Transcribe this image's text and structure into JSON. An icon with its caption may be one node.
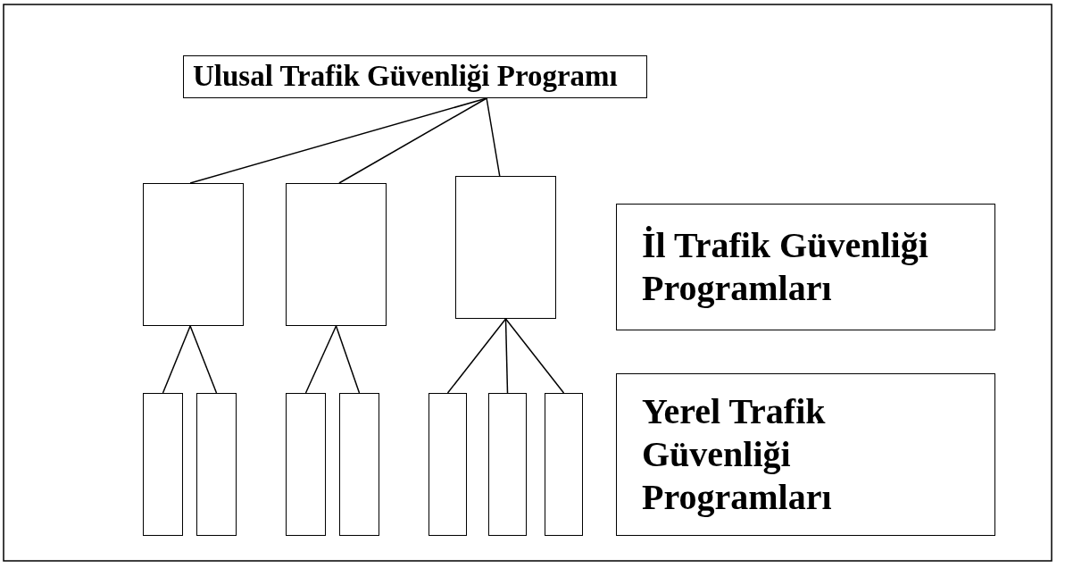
{
  "diagram": {
    "nodes": [
      {
        "text": [
          "Ulusal Trafik Güvenliği Programı"
        ]
      },
      {
        "text": [],
        "shape": "box"
      },
      {
        "text": [],
        "shape": "box"
      },
      {
        "text": [],
        "shape": "box"
      },
      {
        "text": [
          "İl Trafik Güvenliği Programları"
        ]
      },
      {
        "text": [
          "Yerel Trafik Güvenliği Programları"
        ]
      },
      {
        "text": [],
        "shape": "box"
      },
      {
        "text": [],
        "shape": "box"
      },
      {
        "text": [],
        "shape": "box"
      },
      {
        "text": [],
        "shape": "box"
      },
      {
        "text": [],
        "shape": "box"
      },
      {
        "text": [],
        "shape": "box"
      },
      {
        "text": [],
        "shape": "box"
      }
    ],
    "edges": [
      {
        "from": 0,
        "to": 1,
        "arrow": "none"
      },
      {
        "from": 0,
        "to": 2,
        "arrow": "none"
      },
      {
        "from": 0,
        "to": 3,
        "arrow": "none"
      },
      {
        "from": 1,
        "to": 6,
        "arrow": "none"
      },
      {
        "from": 1,
        "to": 7,
        "arrow": "none"
      },
      {
        "from": 2,
        "to": 8,
        "arrow": "none"
      },
      {
        "from": 2,
        "to": 9,
        "arrow": "none"
      },
      {
        "from": 3,
        "to": 10,
        "arrow": "none"
      },
      {
        "from": 3,
        "to": 11,
        "arrow": "none"
      },
      {
        "from": 3,
        "to": 12,
        "arrow": "none"
      }
    ]
  }
}
